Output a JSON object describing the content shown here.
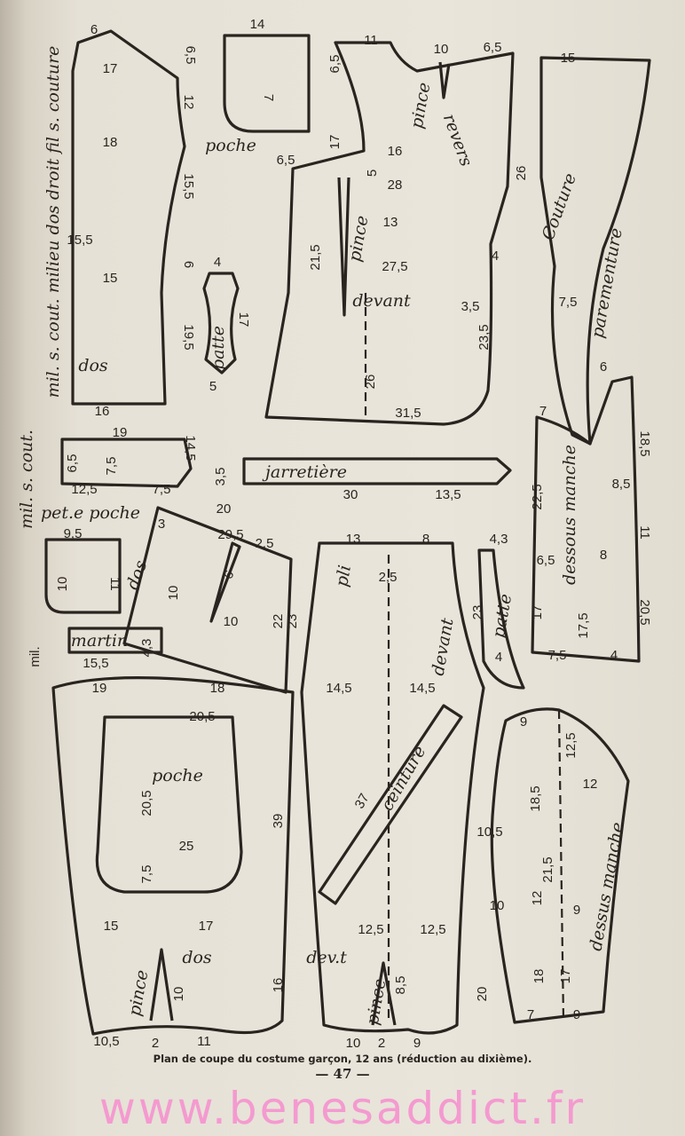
{
  "pieces": {
    "jacket_back": {
      "name": "dos",
      "side_note": "mil. s. cout. milieu dos droit fil s. couture",
      "labels": [
        "6",
        "17",
        "6,5",
        "12",
        "18",
        "15,5",
        "15,5",
        "6",
        "15",
        "19,5",
        "16"
      ]
    },
    "pocket_top": {
      "name": "poche",
      "labels": [
        "14",
        "7"
      ]
    },
    "tab": {
      "name": "patte",
      "labels": [
        "4",
        "17",
        "5"
      ]
    },
    "jacket_front": {
      "name": "devant",
      "labels": [
        "11",
        "10",
        "6,5",
        "6,5",
        "17",
        "16",
        "5",
        "28",
        "6,5",
        "21,5",
        "13",
        "27,5",
        "4",
        "3,5",
        "26",
        "23,5",
        "26",
        "31,5"
      ],
      "words": [
        "pince",
        "pince",
        "revers"
      ]
    },
    "facing": {
      "name": "parementure",
      "labels": [
        "15",
        "7,5"
      ],
      "words": [
        "Couture"
      ]
    },
    "undersleeve": {
      "name": "dessous manche",
      "labels": [
        "6",
        "7",
        "18,5",
        "22,5",
        "8,5",
        "11",
        "8",
        "6,5",
        "17",
        "17,5",
        "20,5",
        "7,5",
        "4"
      ]
    },
    "waistband_short": {
      "name": "mil. s. cout.",
      "labels": [
        "19",
        "6,5",
        "7,5",
        "14,5",
        "12,5",
        "7,5"
      ]
    },
    "garter": {
      "name": "jarretière",
      "labels": [
        "3,5",
        "30",
        "13,5"
      ]
    },
    "small_pocket": {
      "name": "pet.e poche",
      "labels": [
        "9,5",
        "10",
        "11"
      ]
    },
    "martingale": {
      "name": "martin",
      "labels": [
        "mil.",
        "15,5",
        "4,3"
      ]
    },
    "trouser_back_upper": {
      "name": "dos",
      "labels": [
        "3",
        "20",
        "29,5",
        "2,5",
        "6",
        "10",
        "10",
        "22",
        "23",
        "19",
        "18"
      ]
    },
    "trouser_back": {
      "name": "dos",
      "labels": [
        "20,5",
        "20,5",
        "25",
        "7,5",
        "39",
        "15",
        "17",
        "10",
        "16",
        "10,5",
        "2",
        "11"
      ],
      "words": [
        "poche",
        "pince"
      ]
    },
    "trouser_front": {
      "name": "devant",
      "labels": [
        "13",
        "8",
        "2,5",
        "14,5",
        "14,5",
        "37",
        "12,5",
        "12,5",
        "8,5",
        "10",
        "2",
        "9"
      ],
      "words": [
        "pli",
        "ceinture",
        "dev.t",
        "pince"
      ]
    },
    "fly_tab": {
      "name": "patte",
      "labels": [
        "4,3",
        "23",
        "4"
      ]
    },
    "top_sleeve": {
      "name": "dessus manche",
      "labels": [
        "9",
        "12,5",
        "18,5",
        "12",
        "10,5",
        "21,5",
        "12",
        "10",
        "9",
        "18",
        "17",
        "20",
        "7",
        "9"
      ]
    }
  },
  "caption": "Plan de coupe du costume garçon, 12 ans (réduction au dixième).",
  "page_number": "— 47 —",
  "watermark": "www.benesaddict.fr"
}
